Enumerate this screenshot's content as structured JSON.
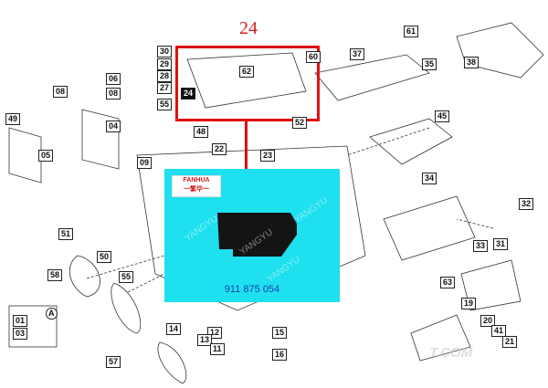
{
  "callout_number": "24",
  "detail_labels": [
    "24",
    "62",
    "60"
  ],
  "part_labels": [
    "30",
    "29",
    "28",
    "27",
    "55",
    "06",
    "08",
    "08",
    "04",
    "49",
    "05",
    "09",
    "22",
    "23",
    "48",
    "52",
    "37",
    "61",
    "35",
    "38",
    "45",
    "34",
    "32",
    "31",
    "33",
    "63",
    "19",
    "20",
    "41",
    "21",
    "51",
    "50",
    "58",
    "55",
    "14",
    "12",
    "13",
    "11",
    "57",
    "15",
    "16",
    "01",
    "03",
    "A"
  ],
  "product_panel": {
    "brand": "FANHUA",
    "brand_sub": "一繁华一",
    "watermark": "YANGYU",
    "part_number": "911 875 054",
    "bg_color": "#1ee0ee"
  },
  "site_watermark": "T.COM"
}
